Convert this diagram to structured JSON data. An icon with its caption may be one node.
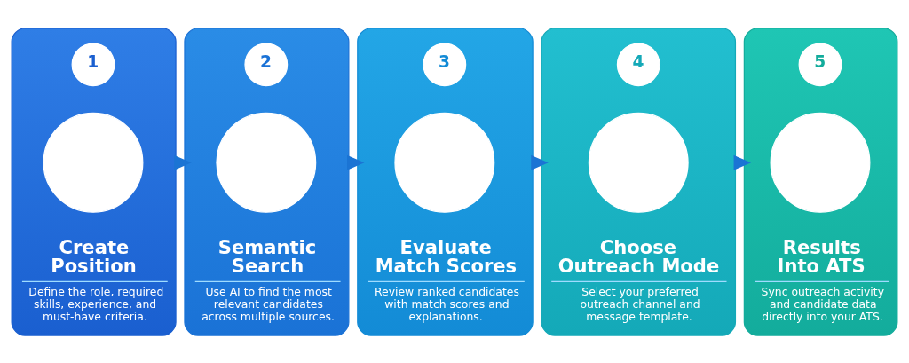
{
  "diagram": {
    "nodes": [
      {
        "text": [
          "Create Position",
          "Define the role, required skills, experience, and must-have criteria."
        ]
      },
      {
        "text": [
          "1"
        ],
        "in": 0
      },
      {
        "text": [],
        "shape": "circle",
        "in": 0
      },
      {
        "text": [
          "Semantic Search",
          "Use AI to find the most relevant candidates across multiple sources."
        ]
      },
      {
        "text": [
          "2"
        ],
        "in": 3
      },
      {
        "text": [],
        "shape": "circle",
        "in": 3
      },
      {
        "text": [
          "Evaluate Match Scores",
          "Review ranked candidates with match scores and explanations."
        ]
      },
      {
        "text": [
          "3"
        ],
        "in": 6
      },
      {
        "text": [],
        "shape": "circle",
        "in": 6
      },
      {
        "text": [
          "Choose Outreach Mode",
          "Select your preferred outreach channel and message template."
        ]
      },
      {
        "text": [
          "4"
        ],
        "in": 9
      },
      {
        "text": [],
        "shape": "circle",
        "in": 9
      },
      {
        "text": [
          "Results Into ATS",
          "Sync outreach activity and candidate data directly into your ATS."
        ]
      },
      {
        "text": [
          "5"
        ],
        "in": 12
      },
      {
        "text": [],
        "shape": "circle",
        "in": 12
      }
    ],
    "edges": [
      {
        "from": 0,
        "to": 3,
        "arrow": "to"
      },
      {
        "from": 3,
        "to": 6,
        "arrow": "to"
      },
      {
        "from": 6,
        "to": 9,
        "arrow": "to"
      },
      {
        "from": 9,
        "to": 12,
        "arrow": "to"
      }
    ]
  }
}
